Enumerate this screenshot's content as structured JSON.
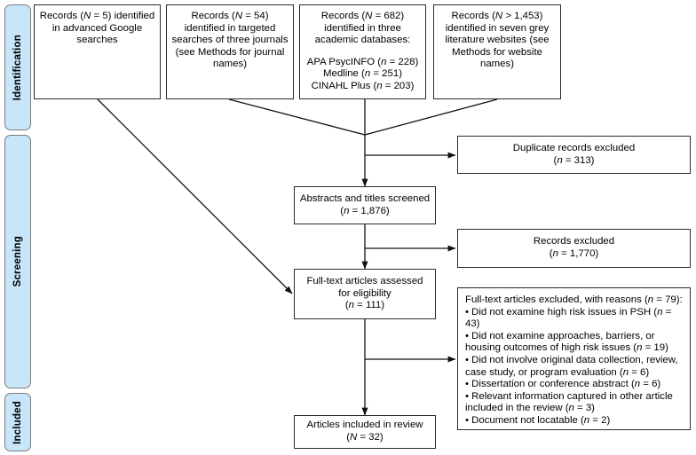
{
  "diagram": {
    "type": "prisma-flow-diagram",
    "accent_color": "#c7e6fa",
    "border_color": "#2b2b2b",
    "stages": [
      {
        "id": "identification",
        "label": "Identification"
      },
      {
        "id": "screening",
        "label": "Screening"
      },
      {
        "id": "included",
        "label": "Included"
      }
    ],
    "sources": [
      {
        "id": "google",
        "lines": [
          "Records (N = 5) identified",
          "in advanced Google",
          "searches"
        ]
      },
      {
        "id": "journals",
        "lines": [
          "Records (N = 54)",
          "identified in targeted",
          "searches of three journals",
          "(see Methods for journal",
          "names)"
        ]
      },
      {
        "id": "databases",
        "lines": [
          "Records (N = 682)",
          "identified in three",
          "academic databases:"
        ],
        "lines2": [
          "APA PsycINFO (n = 228)",
          "Medline (n = 251)",
          "CINAHL Plus (n = 203)"
        ]
      },
      {
        "id": "grey",
        "lines": [
          "Records (N > 1,453)",
          "identified in seven grey",
          "literature websites (see",
          "Methods for website",
          "names)"
        ]
      }
    ],
    "flow": {
      "duplicates": {
        "lines": [
          "Duplicate records excluded",
          "(n = 313)"
        ]
      },
      "screened": {
        "lines": [
          "Abstracts and titles screened",
          "(n = 1,876)"
        ]
      },
      "records_excluded": {
        "lines": [
          "Records excluded",
          "(n = 1,770)"
        ]
      },
      "fulltext": {
        "lines": [
          "Full-text articles assessed",
          "for eligibility",
          "(n = 111)"
        ]
      },
      "fulltext_excluded": {
        "lines": [
          "Full-text articles excluded, with reasons (n = 79):",
          "• Did not examine high risk issues in PSH (n = 43)",
          "• Did not examine approaches, barriers, or",
          "housing outcomes of high risk issues (n = 19)",
          "• Did not involve original data collection, review,",
          "case study, or program evaluation (n = 6)",
          "• Dissertation or conference abstract (n = 6)",
          "• Relevant information captured in other article",
          "included in the review (n = 3)",
          "• Document not locatable (n = 2)"
        ]
      },
      "included": {
        "lines": [
          "Articles included in review",
          "(N = 32)"
        ]
      }
    }
  }
}
